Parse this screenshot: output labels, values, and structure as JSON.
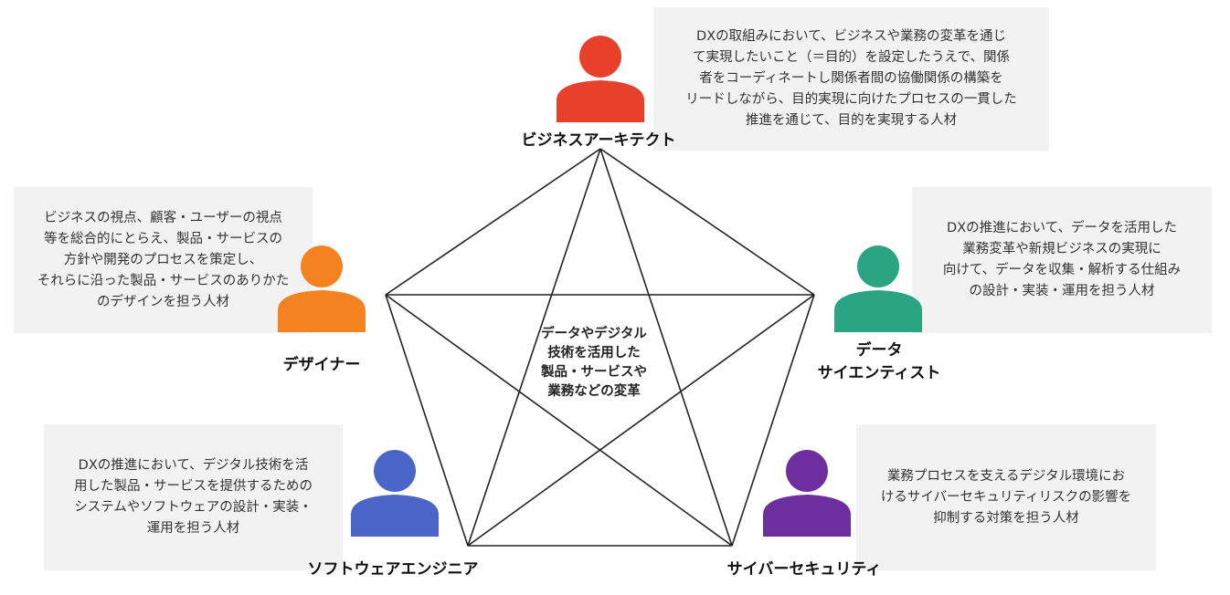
{
  "center_text": "データやデジタル\n技術を活用した\n製品・サービスや\n業務などの変革",
  "roles": [
    {
      "id": "business-architect",
      "name": "ビジネスアーキテクト",
      "color": "#e8402a",
      "description": "DXの取組みにおいて、ビジネスや業務の変革を通じ\nて実現したいこと（＝目的）を設定したうえで、関係\n者をコーディネートし関係者間の協働関係の構築を\nリードしながら、目的実現に向けたプロセスの一貫した\n推進を通じて、目的を実現する人材"
    },
    {
      "id": "designer",
      "name": "デザイナー",
      "color": "#f58220",
      "description": "ビジネスの視点、顧客・ユーザーの視点\n等を総合的にとらえ、製品・サービスの\n方針や開発のプロセスを策定し、\nそれらに沿った製品・サービスのありかた\nのデザインを担う人材"
    },
    {
      "id": "data-scientist",
      "name": "データ\nサイエンティスト",
      "color": "#2aa584",
      "description": "DXの推進において、データを活用した\n業務変革や新規ビジネスの実現に\n向けて、データを収集・解析する仕組み\nの設計・実装・運用を担う人材"
    },
    {
      "id": "software-engineer",
      "name": "ソフトウェアエンジニア",
      "color": "#4a64c8",
      "description": "DXの推進において、デジタル技術を活\n用した製品・サービスを提供するための\nシステムやソフトウェアの設計・実装・\n運用を担う人材"
    },
    {
      "id": "cyber-security",
      "name": "サイバーセキュリティ",
      "color": "#6e2f9e",
      "description": "業務プロセスを支えるデジタル環境にお\nけるサイバーセキュリティリスクの影響を\n抑制する対策を担う人材"
    }
  ]
}
